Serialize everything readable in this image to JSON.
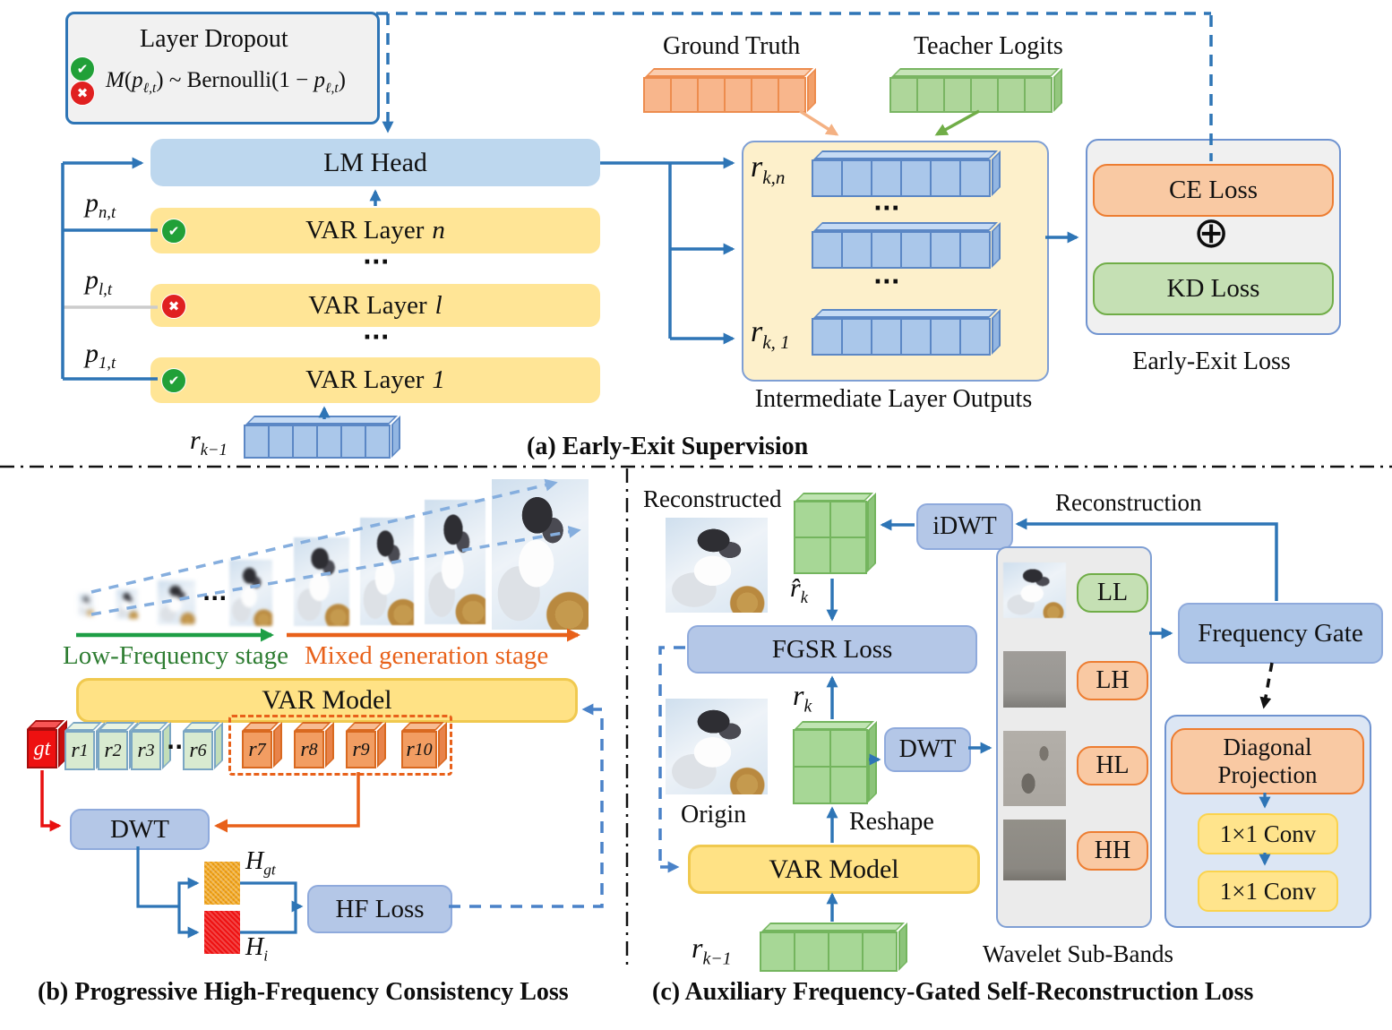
{
  "icons": {
    "check": "✔",
    "cross": "✖",
    "oplus": "⊕",
    "dots": "···"
  },
  "a": {
    "layer_dropout_title": "Layer Dropout",
    "formula": {
      "f1": "M",
      "f2": "(",
      "f3": "p",
      "f4": "ℓ,t",
      "f5": ") ~ Bernoulli(1 − ",
      "f6": "p",
      "f7": "ℓ,t",
      "f8": ")"
    },
    "lm_head": "LM Head",
    "var_prefix": "VAR Layer",
    "var_n_suffix": "n",
    "var_l_suffix": "l",
    "var_1_suffix": "1",
    "p_n": {
      "base": "p",
      "sub": "n,t"
    },
    "p_l": {
      "base": "p",
      "sub": "l,t"
    },
    "p_1": {
      "base": "p",
      "sub": "1,t"
    },
    "r_km1": {
      "base": "r",
      "sub": "k−1"
    },
    "ground_truth": "Ground Truth",
    "teacher_logits": "Teacher Logits",
    "r_kn": {
      "base": "r",
      "sub": "k,n"
    },
    "r_k1": {
      "base": "r",
      "sub": "k, 1"
    },
    "intermediate_caption": "Intermediate Layer Outputs",
    "ce_loss": "CE Loss",
    "kd_loss": "KD Loss",
    "early_exit_caption": "Early-Exit Loss",
    "caption": "(a) Early-Exit Supervision"
  },
  "b": {
    "low_freq_stage": "Low-Frequency stage",
    "mixed_stage": "Mixed generation  stage",
    "var_model": "VAR Model",
    "gt": "gt",
    "r1": {
      "base": "r",
      "sub": "1"
    },
    "r2": {
      "base": "r",
      "sub": "2"
    },
    "r3": {
      "base": "r",
      "sub": "3"
    },
    "r6": {
      "base": "r",
      "sub": "6"
    },
    "r7": {
      "base": "r",
      "sub": "7"
    },
    "r8": {
      "base": "r",
      "sub": "8"
    },
    "r9": {
      "base": "r",
      "sub": "9"
    },
    "r10": {
      "base": "r",
      "sub": "10"
    },
    "dwt": "DWT",
    "h_gt": {
      "base": "H",
      "sub": "gt"
    },
    "h_i": {
      "base": "H",
      "sub": "i"
    },
    "hf_loss": "HF Loss",
    "caption": "(b) Progressive High-Frequency Consistency Loss"
  },
  "c": {
    "reconstructed": "Reconstructed",
    "idwt": "iDWT",
    "reconstruction": "Reconstruction",
    "r_hat": {
      "base": "r̂",
      "sub": "k"
    },
    "fgsr_loss": "FGSR Loss",
    "r_k": {
      "base": "r",
      "sub": "k"
    },
    "origin": "Origin",
    "dwt": "DWT",
    "reshape": "Reshape",
    "var_model": "VAR Model",
    "r_km1": {
      "base": "r",
      "sub": "k−1"
    },
    "ll": "LL",
    "lh": "LH",
    "hl": "HL",
    "hh": "HH",
    "wavelet_caption": "Wavelet Sub-Bands",
    "frequency_gate": "Frequency Gate",
    "diagonal_projection_1": "Diagonal",
    "diagonal_projection_2": "Projection",
    "conv1": "1×1 Conv",
    "conv2": "1×1 Conv",
    "caption": "(c) Auxiliary Frequency-Gated Self-Reconstruction Loss"
  },
  "colors": {
    "arrow_blue": "#2e75b6",
    "orange": "#ed7d31",
    "green": "#70ad47",
    "stage_green": "#1e9e45",
    "stage_orange": "#e8611a",
    "yellow_box": "#ffe596",
    "blue_box": "#b4c7e7"
  }
}
